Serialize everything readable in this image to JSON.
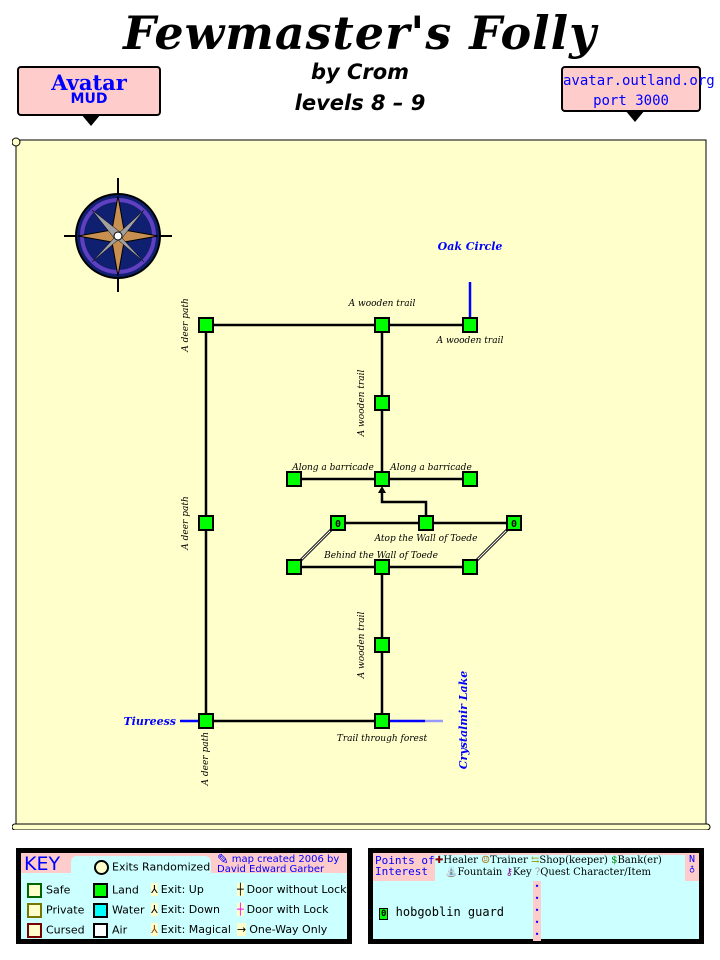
{
  "header": {
    "title": "Fewmaster's Folly",
    "author": "by Crom",
    "levels": "levels 8 – 9",
    "left_banner": {
      "line1": "Avatar",
      "line2": "MUD"
    },
    "right_banner": {
      "line1": "avatar.outland.org",
      "line2": "port 3000"
    }
  },
  "map": {
    "rooms": [
      {
        "label": "A deer path"
      },
      {
        "label": "A wooden trail"
      },
      {
        "label": "A wooden trail"
      },
      {
        "label": "A wooden trail"
      },
      {
        "label": "Along a barricade"
      },
      {
        "label": "Along a barricade"
      },
      {
        "label": "Atop the Wall of Toede"
      },
      {
        "label": "Behind the Wall of Toede"
      },
      {
        "label": "A deer path"
      },
      {
        "label": "A wooden trail"
      },
      {
        "label": "A deer path"
      },
      {
        "label": "Trail through forest"
      }
    ],
    "mob_marker": "0",
    "exits": {
      "north": "Oak Circle",
      "west": "Tiureess",
      "east": "Crystalmir Lake"
    },
    "colors": {
      "parchment": "#ffffcc",
      "land": "#00ff00",
      "exit_link": "#0000ff",
      "line": "#000000"
    }
  },
  "key": {
    "title": "KEY",
    "exits_randomized": "Exits Randomized",
    "credit_line1": "map created 2006 by",
    "credit_line2": "David Edward Garber",
    "zones": [
      "Safe",
      "Private",
      "Cursed"
    ],
    "terrain": [
      "Land",
      "Water",
      "Air"
    ],
    "exit_types": [
      "Exit: Up",
      "Exit: Down",
      "Exit: Magical"
    ],
    "doors": [
      "Door without Lock",
      "Door with Lock",
      "One-Way Only"
    ]
  },
  "poi": {
    "title_line1": "Points of",
    "title_line2": "Interest",
    "legend": [
      "Healer",
      "Trainer",
      "Shop(keeper)",
      "Bank(er)",
      "Fountain",
      "Key",
      "Quest Character/Item"
    ],
    "compass": "N",
    "entries": [
      {
        "marker": "0",
        "name": "hobgoblin guard"
      }
    ]
  }
}
